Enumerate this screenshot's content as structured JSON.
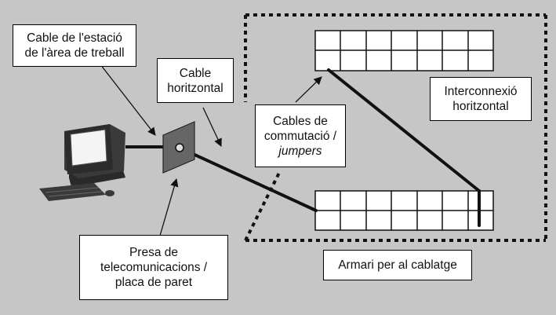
{
  "labels": {
    "work_area_cable": [
      "Cable de l'estació",
      "de l'àrea de treball"
    ],
    "horizontal_cable": [
      "Cable",
      "horitzontal"
    ],
    "patch_cables": [
      "Cables de",
      "commutació /",
      "jumpers"
    ],
    "horizontal_crossconnect": [
      "Interconnexió",
      "horitzontal"
    ],
    "telecom_outlet": [
      "Presa de",
      "telecomunicacions /",
      "placa de paret"
    ],
    "wiring_closet": "Armari per al cablatge"
  },
  "colors": {
    "background": "#c6c6c6",
    "box_fill": "#ffffff",
    "line": "#111111",
    "wallplate": "#666666"
  },
  "icons": [
    "computer-icon",
    "wall-plate-icon",
    "patch-panel-icon"
  ]
}
